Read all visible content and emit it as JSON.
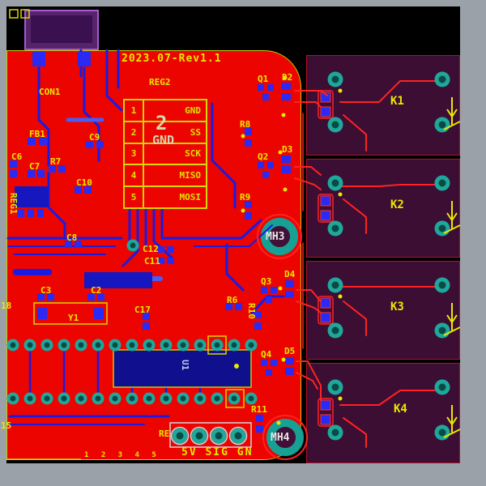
{
  "labels": {
    "title": "2023.07-Rev1.1",
    "reg2": "REG2",
    "con1": "CON1",
    "fb1": "FB1",
    "c9": "C9",
    "c6": "C6",
    "c7": "C7",
    "r7": "R7",
    "c10": "C10",
    "reg1": "REG1",
    "c8": "C8",
    "c12": "C12",
    "c11": "C11",
    "c3": "C3",
    "c2": "C2",
    "c17": "C17",
    "y1": "Y1",
    "r6": "R6",
    "r10": "R10",
    "u1": "U1",
    "q1": "Q1",
    "q2": "Q2",
    "q3": "Q3",
    "q4": "Q4",
    "d2": "D2",
    "d3": "D3",
    "d4": "D4",
    "d5": "D5",
    "r8": "R8",
    "r9": "R9",
    "r11": "R11",
    "mh3": "MH3",
    "mh4": "MH4",
    "re": "RE",
    "edge_left_mid": "18",
    "edge_left_bottom": "15",
    "rail": "5V SIG GN",
    "pin_numbers": "1 2 3 4 5"
  },
  "relays": [
    {
      "name": "K1"
    },
    {
      "name": "K2"
    },
    {
      "name": "K3"
    },
    {
      "name": "K4"
    }
  ],
  "spi_header": {
    "overlay_pin": "2",
    "overlay_net": "GND",
    "rows": [
      {
        "pin": "1",
        "net": "GND"
      },
      {
        "pin": "2",
        "net": "SS"
      },
      {
        "pin": "3",
        "net": "SCK"
      },
      {
        "pin": "4",
        "net": "MISO"
      },
      {
        "pin": "5",
        "net": "MOSI"
      }
    ]
  },
  "colors": {
    "board_red": "#ec0400",
    "trace_blue": "#1b1be0",
    "silk_yellow": "#e8e800",
    "pad_teal": "#1ea89c",
    "relay_body": "#3c0e33",
    "trace_red": "#ff2222"
  }
}
